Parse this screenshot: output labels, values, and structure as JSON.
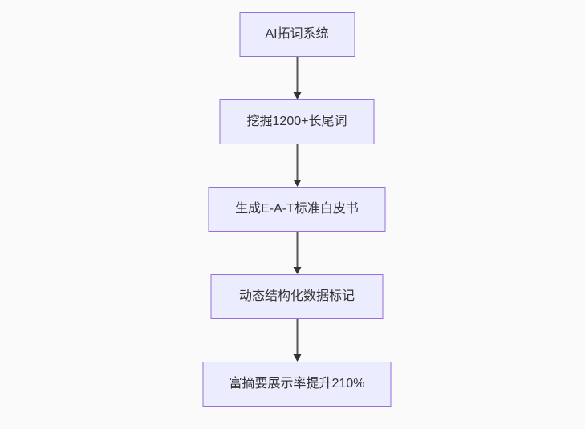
{
  "page": {
    "background": "#fafafa"
  },
  "diagram": {
    "type": "flowchart",
    "direction": "top-down",
    "colors": {
      "node_fill": "#ECECFF",
      "node_border": "#9370DB",
      "node_text": "#333333",
      "edge_line": "#555555",
      "edge_arrow": "#333333"
    },
    "nodes": [
      {
        "label": "AI拓词系统"
      },
      {
        "label": "挖掘1200+长尾词"
      },
      {
        "label": "生成E-A-T标准白皮书"
      },
      {
        "label": "动态结构化数据标记"
      },
      {
        "label": "富摘要展示率提升210%"
      }
    ],
    "edges": [
      {
        "from": 0,
        "to": 1,
        "arrow": "solid-triangle"
      },
      {
        "from": 1,
        "to": 2,
        "arrow": "solid-triangle"
      },
      {
        "from": 2,
        "to": 3,
        "arrow": "solid-triangle"
      },
      {
        "from": 3,
        "to": 4,
        "arrow": "solid-triangle"
      }
    ]
  }
}
